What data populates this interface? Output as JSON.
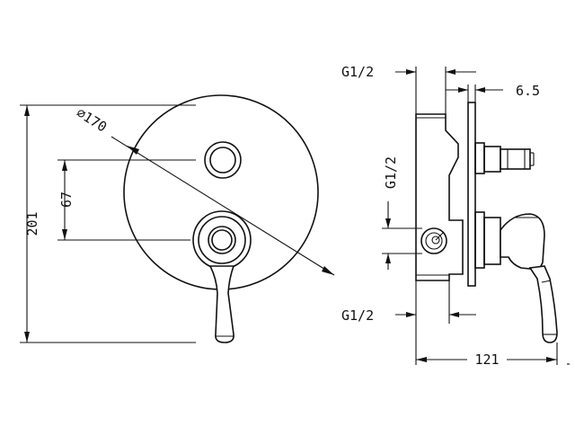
{
  "dimensions": {
    "front_height": "201",
    "front_spacing": "67",
    "front_diameter": "⌀170",
    "top_thread": "G1/2",
    "offset": "6.5",
    "side_thread": "G1/2",
    "bottom_thread": "G1/2",
    "depth": "121"
  }
}
